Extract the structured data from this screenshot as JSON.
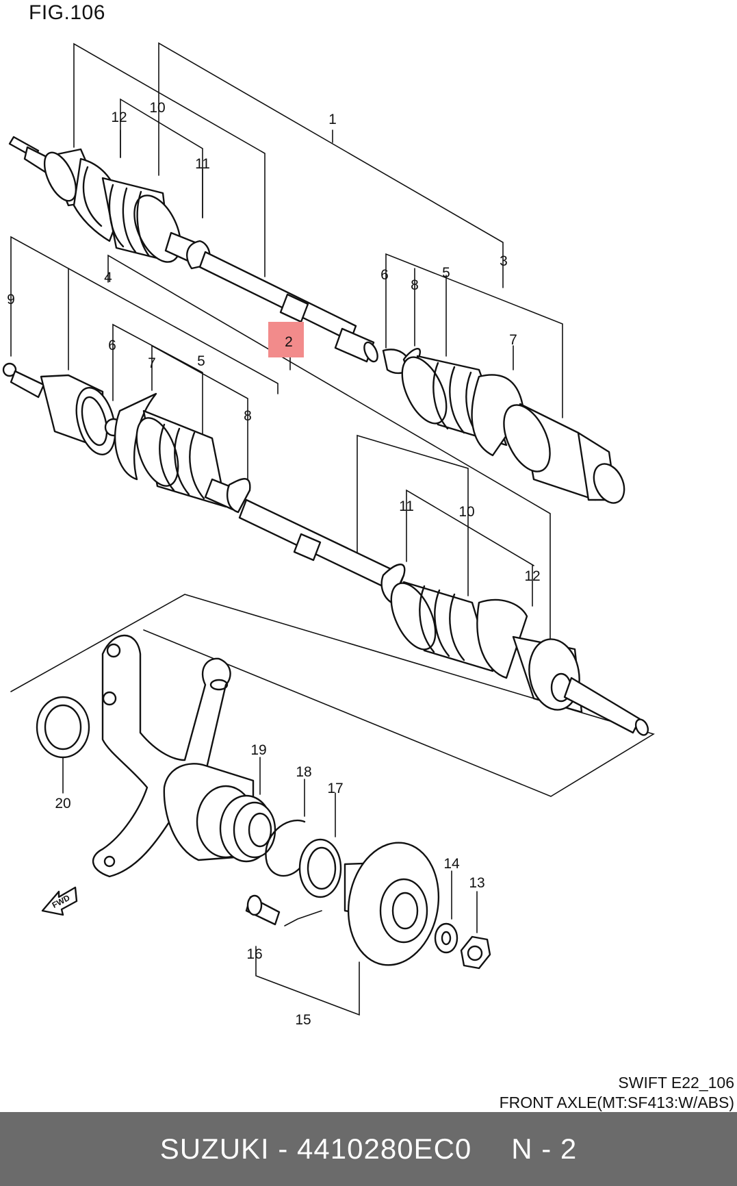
{
  "figure": {
    "title": "FIG.106"
  },
  "callouts": [
    "1",
    "2",
    "3",
    "4",
    "5",
    "6",
    "7",
    "8",
    "9",
    "10",
    "11",
    "12",
    "13",
    "14",
    "15",
    "16",
    "17",
    "18",
    "19",
    "20"
  ],
  "fwd_label": "FWD",
  "caption": {
    "line1": "SWIFT E22_106",
    "line2": "FRONT AXLE(MT:SF413:W/ABS)"
  },
  "footer": {
    "part": "SUZUKI - 4410280EC0",
    "page": "N - 2"
  },
  "highlight": {
    "callout": "2",
    "color": "#f28b8b"
  }
}
